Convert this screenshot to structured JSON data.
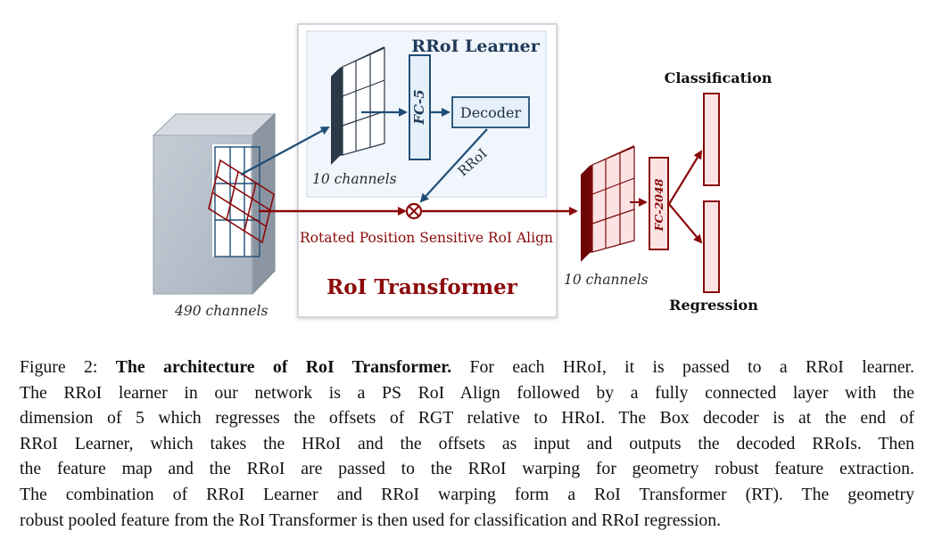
{
  "figure": {
    "rroi_learner_title": "RRoI Learner",
    "fc5_label": "FC-5",
    "decoder_label": "Decoder",
    "rroi_label": "RRoI",
    "ten_channels_learner": "10 channels",
    "psroi_align_label": "Rotated Position Sensitive RoI Align",
    "roi_transformer_title": "RoI Transformer",
    "feature_channels": "490 channels",
    "ten_channels_output": "10 channels",
    "fc2048_label": "FC-2048",
    "classification_label": "Classification",
    "regression_label": "Regression",
    "colors": {
      "dark_red": "#8b0a0a",
      "navy": "#1f4e79",
      "light_red_fill": "#fbe3e3",
      "light_blue_fill": "#eaf2fb",
      "gray_block": "#a7b0bc"
    }
  },
  "caption": {
    "lines": [
      {
        "prefix": "Figure 2: ",
        "bold": "The architecture of RoI Transformer.",
        "rest": " For each HRoI, it is passed to a RRoI learner."
      },
      {
        "text": "The RRoI learner in our network is a PS RoI Align followed by a fully connected layer with the"
      },
      {
        "text": "dimension of 5 which regresses the offsets of RGT relative to HRoI. The Box decoder is at the end of"
      },
      {
        "text": "RRoI Learner, which takes the HRoI and the offsets as input and outputs the decoded RRoIs. Then"
      },
      {
        "text": "the feature map and the RRoI are passed to the RRoI warping for geometry robust feature extraction."
      },
      {
        "text": "The combination of RRoI Learner and RRoI warping form a RoI Transformer (RT). The geometry"
      },
      {
        "text": "robust pooled feature from the RoI Transformer is then used for classification and RRoI regression."
      }
    ]
  }
}
